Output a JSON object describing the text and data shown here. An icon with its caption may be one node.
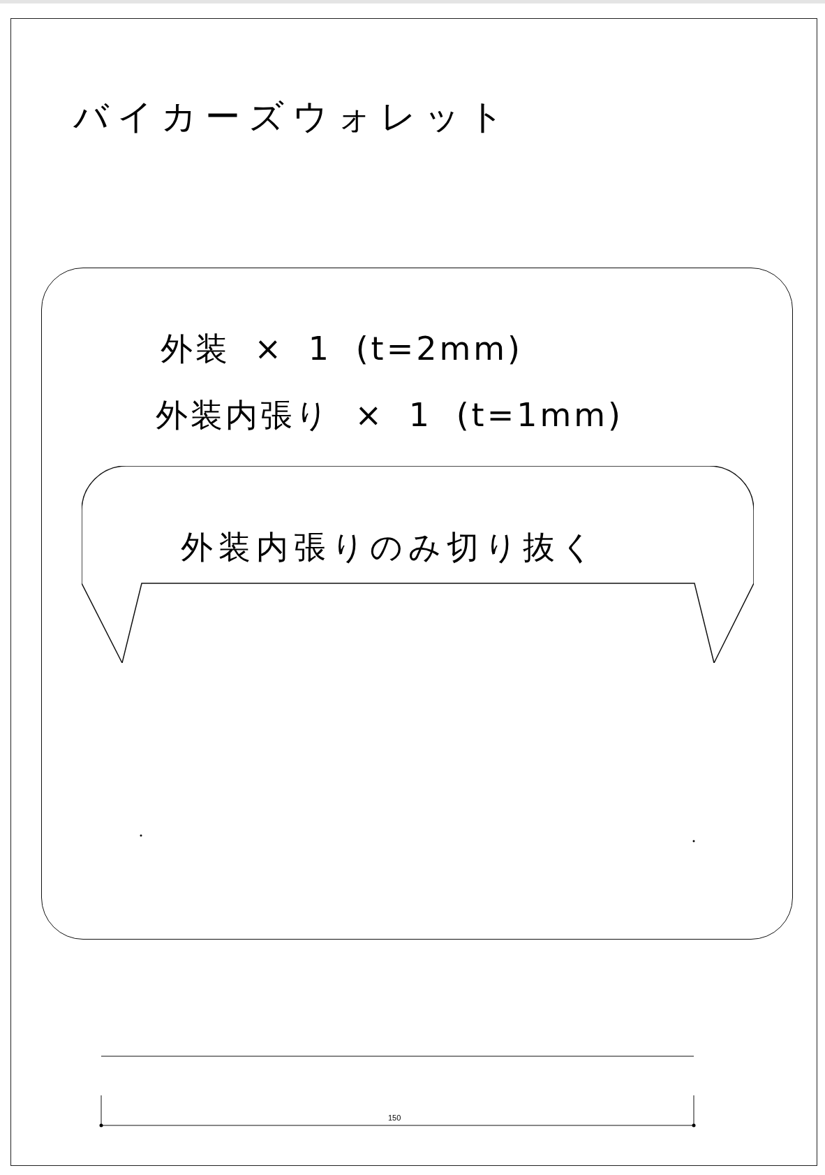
{
  "diagram": {
    "title": "バイカーズウォレット",
    "nodes": [
      {
        "text": [
          "外装 × 1 (t=2mm)",
          "外装内張り × 1 (t=1mm)"
        ]
      },
      {
        "text": [
          "外装内張りのみ切り抜く"
        ],
        "in": 0
      }
    ],
    "labels": [
      "150"
    ]
  }
}
